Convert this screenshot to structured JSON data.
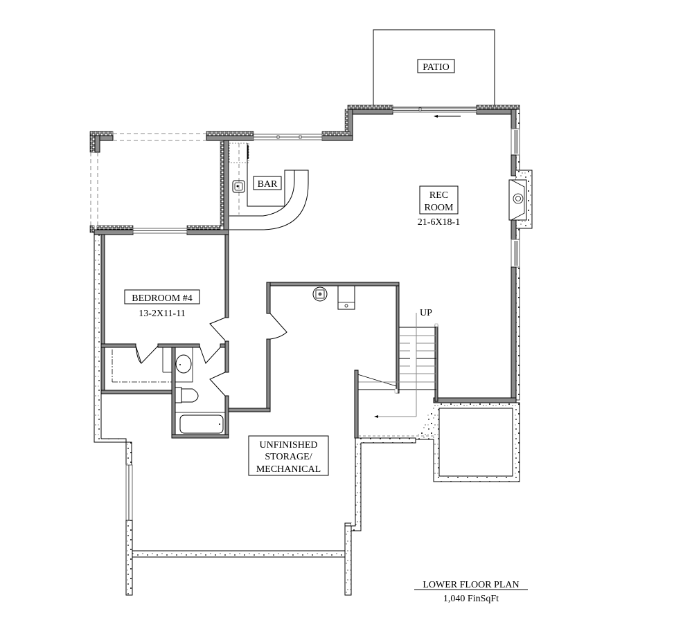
{
  "plan": {
    "title": "LOWER FLOOR PLAN",
    "area": "1,040 FinSqFt"
  },
  "rooms": {
    "patio": {
      "label": "PATIO"
    },
    "bar": {
      "label": "BAR"
    },
    "rec_room": {
      "label_line1": "REC",
      "label_line2": "ROOM",
      "dimensions": "21-6X18-1"
    },
    "bedroom": {
      "label": "BEDROOM #4",
      "dimensions": "13-2X11-11"
    },
    "storage": {
      "label_line1": "UNFINISHED",
      "label_line2": "STORAGE/",
      "label_line3": "MECHANICAL"
    }
  },
  "stairs": {
    "direction_label": "UP"
  },
  "colors": {
    "wall_fill": "#8c8c8c",
    "line": "#000000",
    "background": "#ffffff"
  }
}
